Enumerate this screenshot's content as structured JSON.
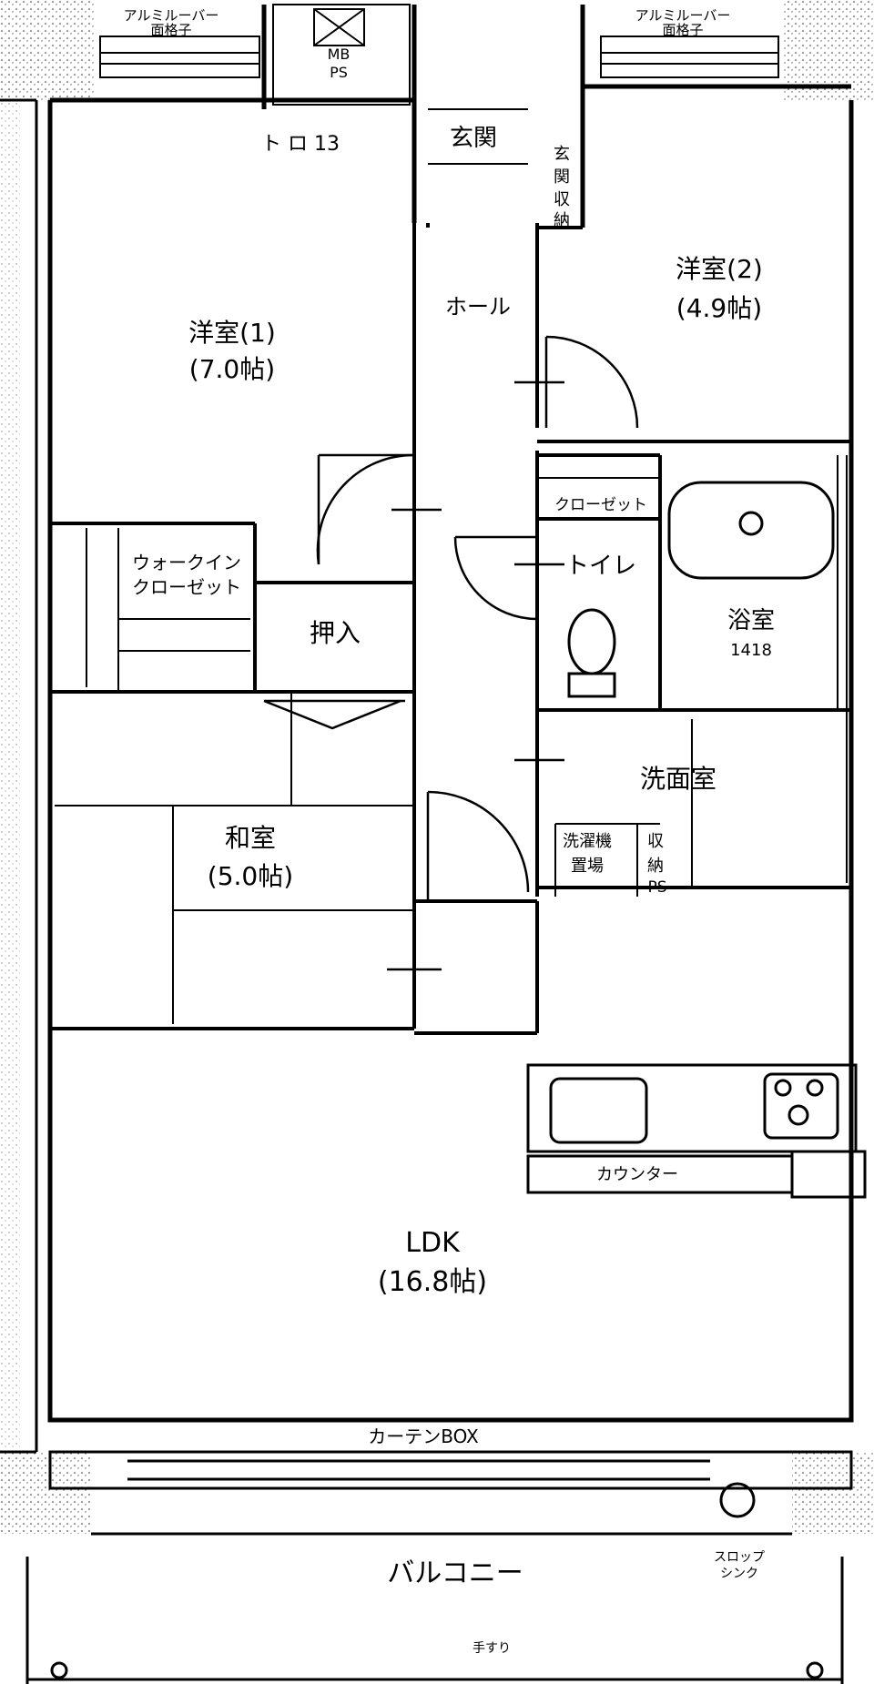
{
  "labels": {
    "alumi_left_1": "アルミルーバー",
    "alumi_left_2": "面格子",
    "alumi_right_1": "アルミルーバー",
    "alumi_right_2": "面格子",
    "mb_ps_1": "MB",
    "mb_ps_2": "PS",
    "genkan": "玄関",
    "genkan_storage_1": "玄",
    "genkan_storage_2": "関",
    "genkan_storage_3": "収",
    "genkan_storage_4": "納",
    "top_note": "ト ロ 13",
    "room1_name": "洋室(1)",
    "room1_size": "(7.0帖)",
    "hall": "ホール",
    "room2_name": "洋室(2)",
    "room2_size": "(4.9帖)",
    "closet": "クローゼット",
    "walkin_1": "ウォークイン",
    "walkin_2": "クローゼット",
    "toilet": "トイレ",
    "bath_name": "浴室",
    "bath_size": "1418",
    "oshiire": "押入",
    "washroom": "洗面室",
    "laundry_1": "洗濯機",
    "laundry_2": "置場",
    "storage_1": "収",
    "storage_2": "納",
    "ps": "PS",
    "washitsu_name": "和室",
    "washitsu_size": "(5.0帖)",
    "counter": "カウンター",
    "ldk_name": "LDK",
    "ldk_size": "(16.8帖)",
    "curtain_box": "カーテンBOX",
    "balcony": "バルコニー",
    "slop_sink_1": "スロップ",
    "slop_sink_2": "シンク",
    "railing": "手すり"
  },
  "colors": {
    "line": "#000000",
    "background": "#ffffff",
    "hatch": "#555555"
  }
}
